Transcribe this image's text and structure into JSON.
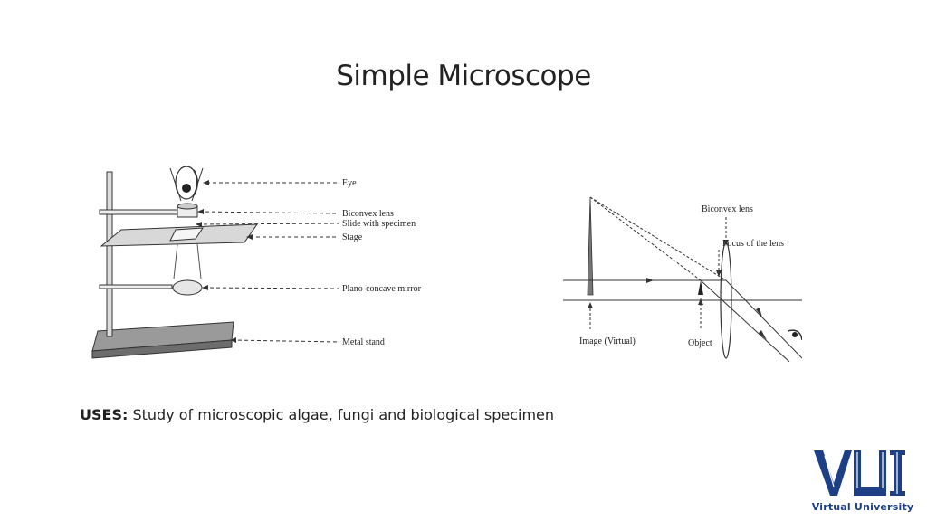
{
  "title": "Simple Microscope",
  "diagram_left": {
    "labels": {
      "eye": "Eye",
      "biconvex_lens": "Biconvex lens",
      "slide": "Slide with specimen",
      "stage": "Stage",
      "mirror": "Plano-concave mirror",
      "stand": "Metal stand"
    }
  },
  "diagram_right": {
    "labels": {
      "biconvex_lens": "Biconvex lens",
      "focus": "Focus of the lens",
      "image": "Image (Virtual)",
      "object": "Object"
    }
  },
  "uses": {
    "label": "USES:",
    "text": "Study of microscopic algae, fungi and biological specimen"
  },
  "logo": {
    "mark": "VU",
    "name": "Virtual University",
    "color": "#1d3f86"
  }
}
